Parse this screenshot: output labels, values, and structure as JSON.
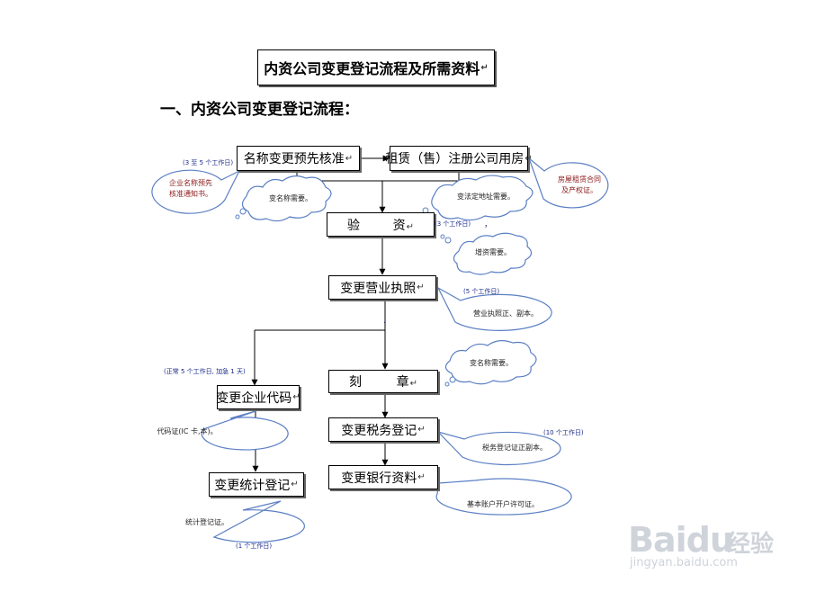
{
  "title": "内资公司变更登记流程及所需资料",
  "heading": "一、内资公司变更登记流程：",
  "return_mark": "↵",
  "steps": {
    "name_check": "名称变更预先核准",
    "lease": "租赁（售）注册公司用房",
    "capital_verify_a": "验",
    "capital_verify_b": "资",
    "license": "变更营业执照",
    "org_code": "变更企业代码",
    "seal_a": "刻",
    "seal_b": "章",
    "tax": "变更税务登记",
    "stats": "变更统计登记",
    "bank": "变更银行资料"
  },
  "notes": {
    "name_check_days": "(3 至 5 个工作日)",
    "capital_days": "(3 个工作日)",
    "license_days": "(5 个工作日)",
    "org_code_days": "(正常 5 个工作日, 加急 1 天)",
    "tax_days": "(10 个工作日)",
    "stats_days": "(1 个工作日)",
    "dot_a": "，",
    "dot_b": "."
  },
  "bubbles": {
    "name_notice": "企业名称预先\n核准通知书。",
    "name_req_1": "变名称需要。",
    "address_req": "变法定地址需要。",
    "lease_docs": "房屋租赁合同\n及产权证。",
    "capital_req": "增资需要。",
    "license_docs": "营业执照正、副本。",
    "name_req_2": "变名称需要。",
    "org_code_docs": "代码证(IC 卡,本)。",
    "tax_docs": "税务登记证正副本。",
    "bank_docs": "基本账户开户许可证。",
    "stats_docs": "统计登记证。"
  },
  "colors": {
    "box_border": "#000000",
    "cloud_border": "#5b7fc4",
    "callout_border": "#5b7fc4",
    "note_text": "#1a2a8a",
    "callout_text_red": "#8b1a1a"
  },
  "watermark": {
    "logo": "Baidu",
    "cn": "经验",
    "url": "jingyan.baidu.com"
  }
}
